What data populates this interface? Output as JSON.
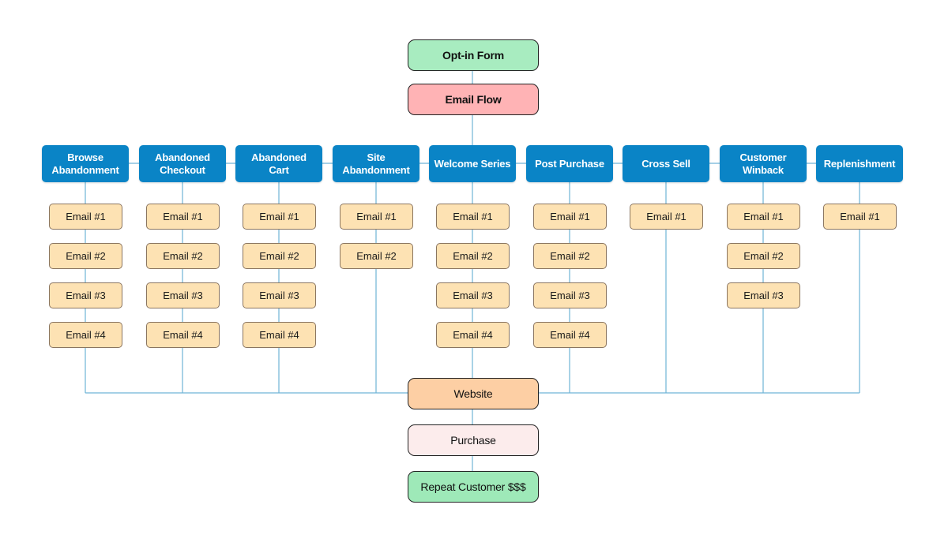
{
  "top_nodes": [
    {
      "label": "Opt-in Form",
      "color": "#a8ecc0"
    },
    {
      "label": "Email Flow",
      "color": "#ffb3b5"
    }
  ],
  "categories": [
    {
      "label": "Browse\nAbandonment",
      "emails": [
        "Email #1",
        "Email #2",
        "Email #3",
        "Email #4"
      ]
    },
    {
      "label": "Abandoned\nCheckout",
      "emails": [
        "Email #1",
        "Email #2",
        "Email #3",
        "Email #4"
      ]
    },
    {
      "label": "Abandoned\nCart",
      "emails": [
        "Email #1",
        "Email #2",
        "Email #3",
        "Email #4"
      ]
    },
    {
      "label": "Site\nAbandonment",
      "emails": [
        "Email #1",
        "Email #2"
      ]
    },
    {
      "label": "Welcome Series",
      "emails": [
        "Email #1",
        "Email #2",
        "Email #3",
        "Email #4"
      ]
    },
    {
      "label": "Post Purchase",
      "emails": [
        "Email #1",
        "Email #2",
        "Email #3",
        "Email #4"
      ]
    },
    {
      "label": "Cross Sell",
      "emails": [
        "Email #1"
      ]
    },
    {
      "label": "Customer\nWinback",
      "emails": [
        "Email #1",
        "Email #2",
        "Email #3"
      ]
    },
    {
      "label": "Replenishment",
      "emails": [
        "Email #1"
      ]
    }
  ],
  "bottom_nodes": [
    {
      "label": "Website",
      "color": "#fdcfa4"
    },
    {
      "label": "Purchase",
      "color": "#fcecec"
    },
    {
      "label": "Repeat Customer $$$",
      "color": "#9ee9b8"
    }
  ],
  "colors": {
    "category": "#0a84c6",
    "email": "#fde2b3",
    "connector": "#6fb4d6"
  }
}
